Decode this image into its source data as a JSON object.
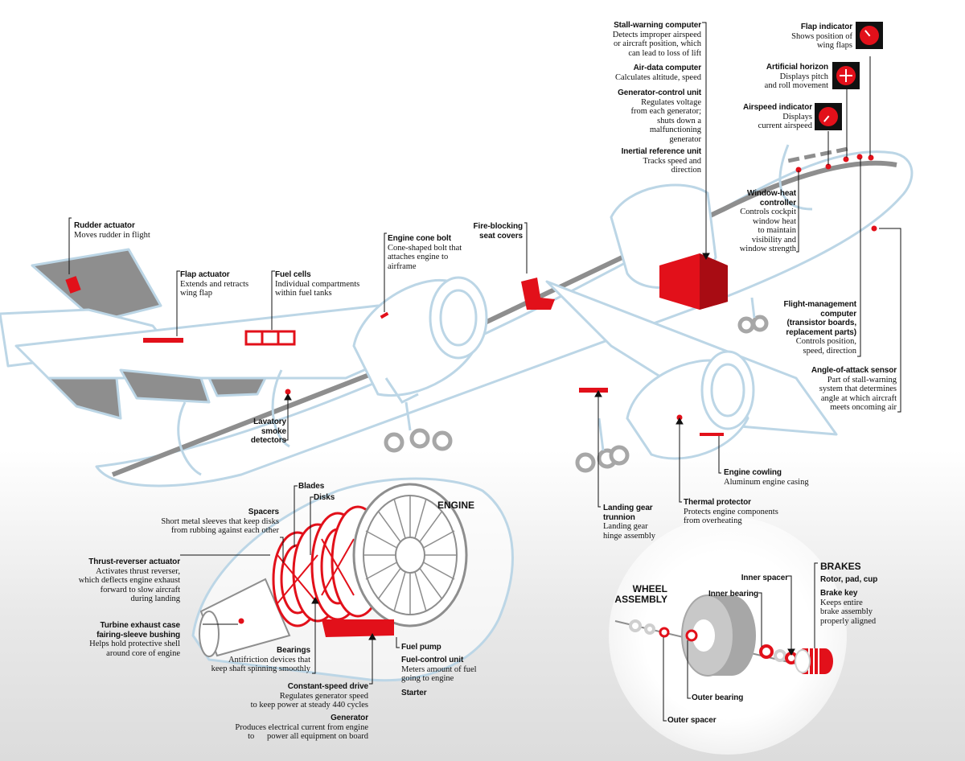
{
  "diagram_titles": {
    "engine": "ENGINE",
    "wheel_assembly_line1": "WHEEL",
    "wheel_assembly_line2": "ASSEMBLY",
    "brakes": "BRAKES"
  },
  "callouts": {
    "stall_warning": {
      "title": "Stall-warning computer",
      "desc": [
        "Detects improper airspeed",
        "or aircraft position, which",
        "can lead to loss of lift"
      ]
    },
    "air_data": {
      "title": "Air-data computer",
      "desc": [
        "Calculates altitude, speed"
      ]
    },
    "generator_control": {
      "title": "Generator-control unit",
      "desc": [
        "Regulates voltage",
        "from each generator;",
        "shuts down a",
        "malfunctioning",
        "generator"
      ]
    },
    "inertial_reference": {
      "title": "Inertial reference unit",
      "desc": [
        "Tracks speed and",
        "direction"
      ]
    },
    "flap_indicator": {
      "title": "Flap indicator",
      "desc": [
        "Shows position of",
        "wing flaps"
      ]
    },
    "artificial_horizon": {
      "title": "Artificial horizon",
      "desc": [
        "Displays pitch",
        "and roll movement"
      ]
    },
    "airspeed_indicator": {
      "title": "Airspeed indicator",
      "desc": [
        "Displays",
        "current airspeed"
      ]
    },
    "window_heat": {
      "title": [
        "Window-heat",
        "controller"
      ],
      "desc": [
        "Controls cockpit",
        "window heat",
        "to maintain",
        "visibility and",
        "window strength"
      ]
    },
    "flight_management": {
      "title": [
        "Flight-management",
        "computer",
        "(transistor boards,",
        "replacement parts)"
      ],
      "desc": [
        "Controls position,",
        "speed, direction"
      ]
    },
    "angle_of_attack": {
      "title": "Angle-of-attack sensor",
      "desc": [
        "Part of stall-warning",
        "system that determines",
        "angle at which aircraft",
        "meets oncoming air"
      ]
    },
    "rudder_actuator": {
      "title": "Rudder actuator",
      "desc": [
        "Moves rudder in flight"
      ]
    },
    "flap_actuator": {
      "title": "Flap actuator",
      "desc": [
        "Extends and retracts",
        "wing flap"
      ]
    },
    "fuel_cells": {
      "title": "Fuel cells",
      "desc": [
        "Individual compartments",
        "within fuel tanks"
      ]
    },
    "engine_cone_bolt": {
      "title": "Engine cone bolt",
      "desc": [
        "Cone-shaped bolt that",
        "attaches engine to",
        "airframe"
      ]
    },
    "fire_blocking": {
      "title": [
        "Fire-blocking",
        "seat covers"
      ]
    },
    "lavatory": {
      "title": [
        "Lavatory",
        "smoke",
        "detectors"
      ]
    },
    "engine_cowling": {
      "title": "Engine cowling",
      "desc": [
        "Aluminum engine casing"
      ]
    },
    "thermal_protector": {
      "title": "Thermal protector",
      "desc": [
        "Protects engine components",
        "from overheating"
      ]
    },
    "landing_gear": {
      "title": [
        "Landing gear",
        "trunnion"
      ],
      "desc": [
        "Landing gear",
        "hinge assembly"
      ]
    },
    "blades": {
      "title": "Blades"
    },
    "disks": {
      "title": "Disks"
    },
    "spacers": {
      "title": "Spacers",
      "desc": [
        "Short metal sleeves that keep disks",
        "from rubbing against each other"
      ]
    },
    "thrust_reverser": {
      "title": "Thrust-reverser actuator",
      "desc": [
        "Activates thrust reverser,",
        "which deflects engine exhaust",
        "forward to slow aircraft",
        "during landing"
      ]
    },
    "turbine_exhaust": {
      "title": [
        "Turbine exhaust case",
        "fairing-sleeve bushing"
      ],
      "desc": [
        "Helps hold protective shell",
        "around core of engine"
      ]
    },
    "bearings": {
      "title": "Bearings",
      "desc": [
        "Antifriction devices that",
        "keep shaft spinning smoothly"
      ]
    },
    "constant_speed": {
      "title": "Constant-speed drive",
      "desc": [
        "Regulates generator speed",
        "to keep power at steady 440 cycles"
      ]
    },
    "generator": {
      "title": "Generator",
      "desc": [
        "Produces electrical current from engine",
        "to      power all equipment on board"
      ]
    },
    "fuel_pump": {
      "title": "Fuel pump"
    },
    "fuel_control": {
      "title": "Fuel-control unit",
      "desc": [
        "Meters amount of fuel",
        "going to engine"
      ]
    },
    "starter": {
      "title": "Starter"
    },
    "inner_spacer": {
      "title": "Inner spacer"
    },
    "inner_bearing": {
      "title": "Inner bearing"
    },
    "outer_bearing": {
      "title": "Outer bearing"
    },
    "outer_spacer": {
      "title": "Outer spacer"
    },
    "brakes_parts": {
      "title": "Rotor, pad, cup"
    },
    "brake_key": {
      "title": "Brake key",
      "desc": [
        "Keeps entire",
        "brake assembly",
        "properly aligned"
      ]
    }
  },
  "colors": {
    "accent_red": "#e2101a",
    "outline_blue": "#bcd6e6",
    "gray": "#8e8e8e"
  }
}
